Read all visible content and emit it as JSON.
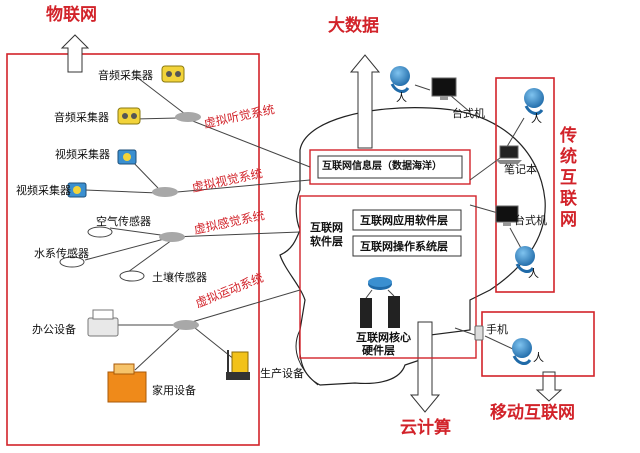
{
  "iot": {
    "title": "物联网",
    "sensors": {
      "audio_1": "音频采集器",
      "audio_2": "音频采集器",
      "video_1": "视频采集器",
      "video_2": "视频采集器",
      "air": "空气传感器",
      "water": "水系传感器",
      "soil": "土壤传感器",
      "office": "办公设备",
      "home": "家用设备",
      "production": "生产设备"
    },
    "systems": {
      "auditory": "虚拟听觉系统",
      "visual": "虚拟视觉系统",
      "sensory": "虚拟感觉系统",
      "motor": "虚拟运动系统"
    }
  },
  "center": {
    "big_data": "大数据",
    "cloud": "云计算",
    "info_layer": "互联网信息层（数据海洋）",
    "software_layer_1": "互联网",
    "software_layer_2": "软件层",
    "app_layer": "互联网应用软件层",
    "os_layer": "互联网操作系统层",
    "hardware_1": "互联网核心",
    "hardware_2": "硬件层"
  },
  "traditional": {
    "title_chars": [
      "传",
      "统",
      "互",
      "联",
      "网"
    ],
    "person_top": "人",
    "desktop_top": "台式机",
    "laptop": "笔记本",
    "desktop_bottom": "台式机",
    "person_right_1": "人",
    "person_right_2": "人"
  },
  "mobile": {
    "title": "移动互联网",
    "phone": "手机",
    "person": "人"
  },
  "colors": {
    "frame_red": "#d2232a",
    "node_gray": "#a8a8a8",
    "head_blue": "#2f7fc0"
  }
}
